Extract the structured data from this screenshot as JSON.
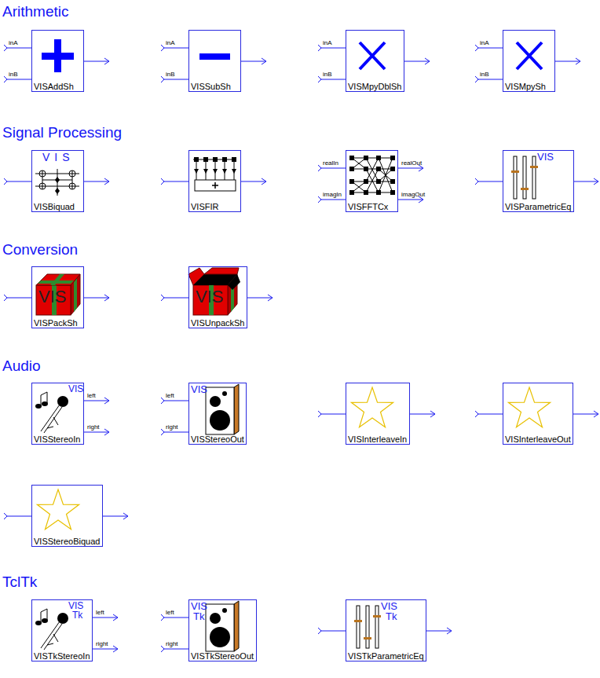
{
  "diagram": {
    "nodes": [
      {
        "text": [
          "VISAddSh"
        ]
      },
      {
        "text": [
          "VISSubSh"
        ]
      },
      {
        "text": [
          "VISMpyDblSh"
        ]
      },
      {
        "text": [
          "VISMpySh"
        ]
      },
      {
        "text": [
          "VISBiquad"
        ]
      },
      {
        "text": [
          "VISFIR"
        ]
      },
      {
        "text": [
          "VISFFTCx"
        ]
      },
      {
        "text": [
          "VISParametricEq"
        ]
      },
      {
        "text": [
          "VISPackSh"
        ]
      },
      {
        "text": [
          "VISUnpackSh"
        ]
      },
      {
        "text": [
          "VISStereoIn"
        ]
      },
      {
        "text": [
          "VISStereoOut"
        ]
      },
      {
        "text": [
          "VISInterleaveIn"
        ]
      },
      {
        "text": [
          "VISInterleaveOut"
        ]
      },
      {
        "text": [
          "VISStereoBiquad"
        ]
      },
      {
        "text": [
          "VISTkStereoIn"
        ]
      },
      {
        "text": [
          "VISTkStereoOut"
        ]
      },
      {
        "text": [
          "VISTkParametricEq"
        ]
      }
    ],
    "labels": [
      "Arithmetic",
      "inA",
      "inB",
      "inA",
      "inB",
      "inA",
      "inB",
      "inA",
      "inB",
      "Signal Processing",
      "VIS",
      "realIn",
      "imagIn",
      "realOut",
      "imagOut",
      "VIS",
      "Conversion",
      "VIS",
      "VIS",
      "Audio",
      "VIS",
      "left",
      "right",
      "left",
      "right",
      "VIS",
      "TclTk",
      "VIS",
      "Tk",
      "left",
      "right",
      "left",
      "right",
      "VIS",
      "Tk",
      "VIS",
      "Tk"
    ]
  }
}
